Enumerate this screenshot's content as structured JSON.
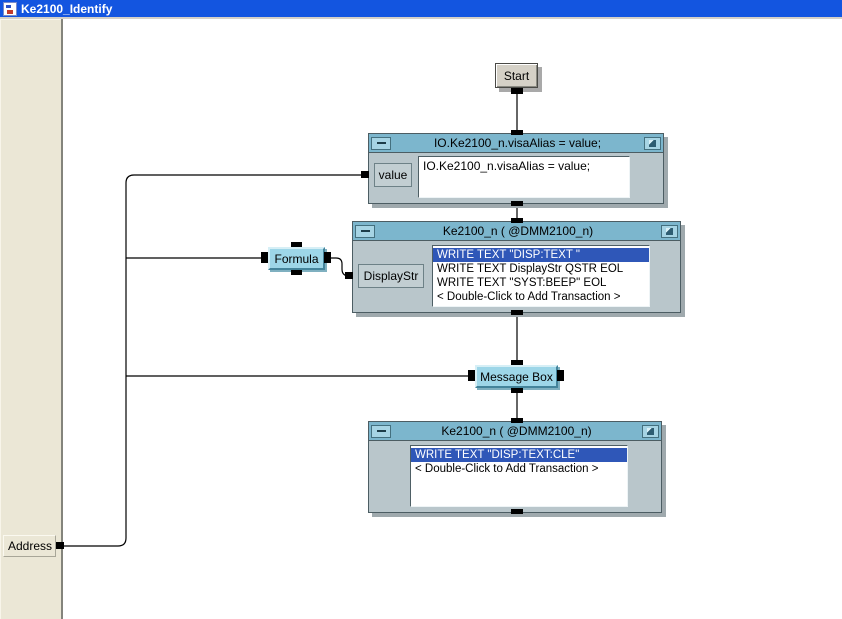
{
  "window": {
    "title": "Ke2100_Identify",
    "app_icon": "vee-document-icon"
  },
  "sidebar": {
    "address_terminal_label": "Address"
  },
  "flow": {
    "start_button_label": "Start",
    "set_alias_box": {
      "title": "IO.Ke2100_n.visaAlias = value;",
      "input_terminal": "value",
      "expression": "IO.Ke2100_n.visaAlias = value;"
    },
    "display_io_box": {
      "title": "Ke2100_n ( @DMM2100_n)",
      "input_terminal": "DisplayStr",
      "selected_index": 0,
      "transactions": [
        "WRITE TEXT \"DISP:TEXT \"",
        "WRITE TEXT DisplayStr QSTR EOL",
        "WRITE TEXT \"SYST:BEEP\" EOL",
        "< Double-Click to Add Transaction >"
      ]
    },
    "formula_object_label": "Formula",
    "message_box_object_label": "Message Box",
    "clear_io_box": {
      "title": "Ke2100_n ( @DMM2100_n)",
      "selected_index": 0,
      "transactions": [
        "WRITE TEXT \"DISP:TEXT:CLE\"",
        "< Double-Click to Add Transaction >"
      ]
    }
  },
  "icons": {
    "minimize": "minimize-icon",
    "resize": "resize-corner-icon",
    "app": "vee-document-icon"
  },
  "colors": {
    "window_titlebar_blue": "#1355e0",
    "object_titlebar_cyan": "#7cb6cd",
    "object_body_gray": "#b9c6cb",
    "collapsed_object_cyan": "#9dd6e8",
    "selected_row_blue": "#2f57b8",
    "sidebar_beige": "#ebe7d6",
    "wire_black": "#000000"
  }
}
